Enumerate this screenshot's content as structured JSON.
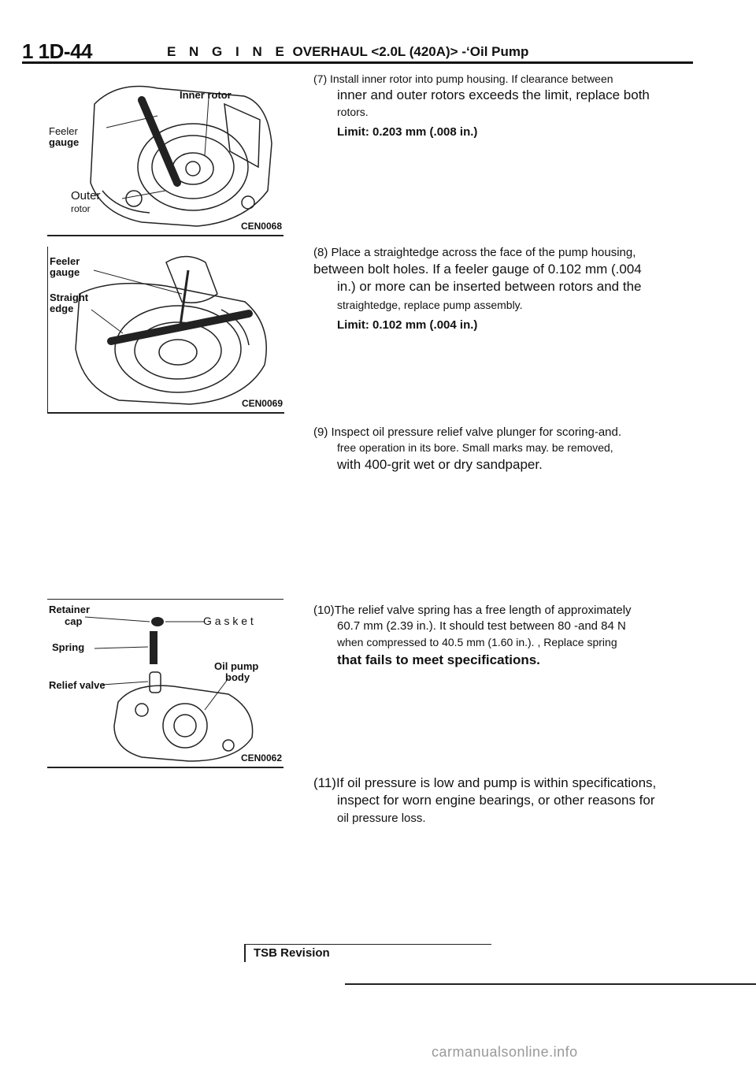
{
  "header": {
    "page_number": "1 1D-44",
    "title_engine": "E N G I N E",
    "title_overhaul": "OVERHAUL",
    "title_model": "<2.0L (420A)>",
    "title_section": "-‘Oil Pump"
  },
  "figures": {
    "fig1": {
      "label_inner_rotor": "Inner rotor",
      "label_feeler": "Feeler",
      "label_gauge": "gauge",
      "label_outer": "Outer",
      "label_rotor": "rotor",
      "code": "CEN0068"
    },
    "fig2": {
      "label_feeler": "Feeler",
      "label_gauge": "gauge",
      "label_straight": "Straight",
      "label_edge": "edge",
      "code": "CEN0069"
    },
    "fig3": {
      "label_retainer": "Retainer",
      "label_cap": "cap",
      "label_gasket": "G a s k e t",
      "label_spring": "Spring",
      "label_oil_pump": "Oil pump",
      "label_body": "body",
      "label_relief_valve": "Relief valve",
      "code": "CEN0062"
    }
  },
  "steps": {
    "s7": {
      "l1": "(7) Install inner rotor into pump housing. If clearance between",
      "l2": "inner and outer rotors exceeds the limit, replace both",
      "l3": "rotors.",
      "l4": "Limit: 0.203 mm (.008 in.)"
    },
    "s8": {
      "l1": "(8) Place a straightedge across the face of the pump housing,",
      "l2": "between bolt holes. If a feeler gauge of 0.102 mm (.004",
      "l3": "in.) or more can be inserted between rotors and the",
      "l4": "straightedge, replace pump assembly.",
      "l5": "Limit: 0.102 mm (.004 in.)"
    },
    "s9": {
      "l1": "(9) Inspect oil pressure relief valve plunger for scoring-and.",
      "l2": "free operation in its bore. Small marks may. be removed,",
      "l3": "with 400-grit wet or dry sandpaper."
    },
    "s10": {
      "l1": "(10)The relief valve spring has a free length of approximately",
      "l2": "60.7 mm (2.39 in.). It should test between 80 -and 84 N",
      "l3": "when compressed to 40.5 mm (1.60 in.). , Replace spring",
      "l4": "that fails to meet specifications."
    },
    "s11": {
      "l1": "(11)If oil pressure is low and pump is within specifications,",
      "l2": "inspect for worn engine bearings, or other reasons for",
      "l3": "oil pressure loss."
    }
  },
  "footer": {
    "tsb": "TSB Revision",
    "watermark": "carmanualsonline.info"
  }
}
